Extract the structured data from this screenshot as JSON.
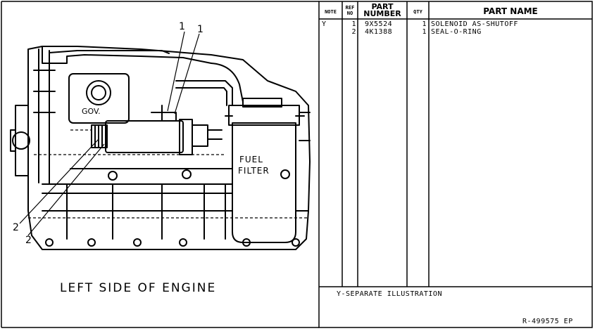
{
  "illustration": {
    "caption": "LEFT SIDE OF ENGINE",
    "labels": {
      "gov": "GOV.",
      "fuel": "FUEL",
      "filter": "FILTER"
    },
    "callouts": [
      "1",
      "1",
      "2",
      "2"
    ]
  },
  "parts_table": {
    "headers": {
      "note": "NOTE",
      "ref_no_top": "REF",
      "ref_no_bottom": "NO",
      "part_number_top": "PART",
      "part_number_bottom": "NUMBER",
      "qty": "QTY",
      "part_name": "PART NAME"
    },
    "rows": [
      {
        "note": "Y",
        "ref": "1",
        "part_number": "9X5524",
        "qty": "1",
        "part_name": "SOLENOID AS-SHUTOFF"
      },
      {
        "note": "",
        "ref": "2",
        "part_number": "4K1388",
        "qty": "1",
        "part_name": "SEAL-O-RING"
      }
    ],
    "footnote": "Y-SEPARATE ILLUSTRATION",
    "reference_code": "R-499575 EP"
  }
}
